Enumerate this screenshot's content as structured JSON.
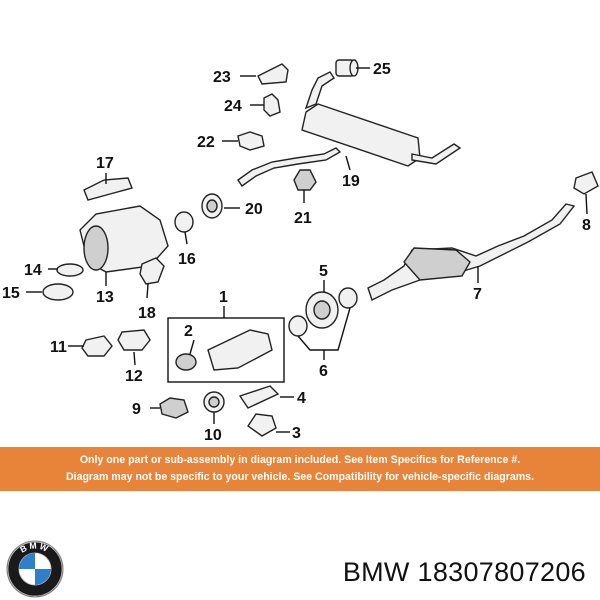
{
  "callouts": [
    "1",
    "2",
    "3",
    "4",
    "5",
    "6",
    "7",
    "8",
    "9",
    "10",
    "11",
    "12",
    "13",
    "14",
    "15",
    "16",
    "17",
    "18",
    "19",
    "20",
    "21",
    "22",
    "23",
    "24",
    "25"
  ],
  "notice": {
    "line1": "Only one part or sub-assembly in diagram included. See Item Specifics for Reference #.",
    "line2": "Diagram may not be specific to your vehicle. See Compatibility for vehicle-specific diagrams."
  },
  "footer": {
    "brand": "BMW",
    "part_number": "18307807206",
    "logo_text": "BMW"
  },
  "colors": {
    "notice_bg": "#e8833a",
    "logo_blue": "#2f7fc9",
    "logo_ring": "#1a1a1a"
  }
}
